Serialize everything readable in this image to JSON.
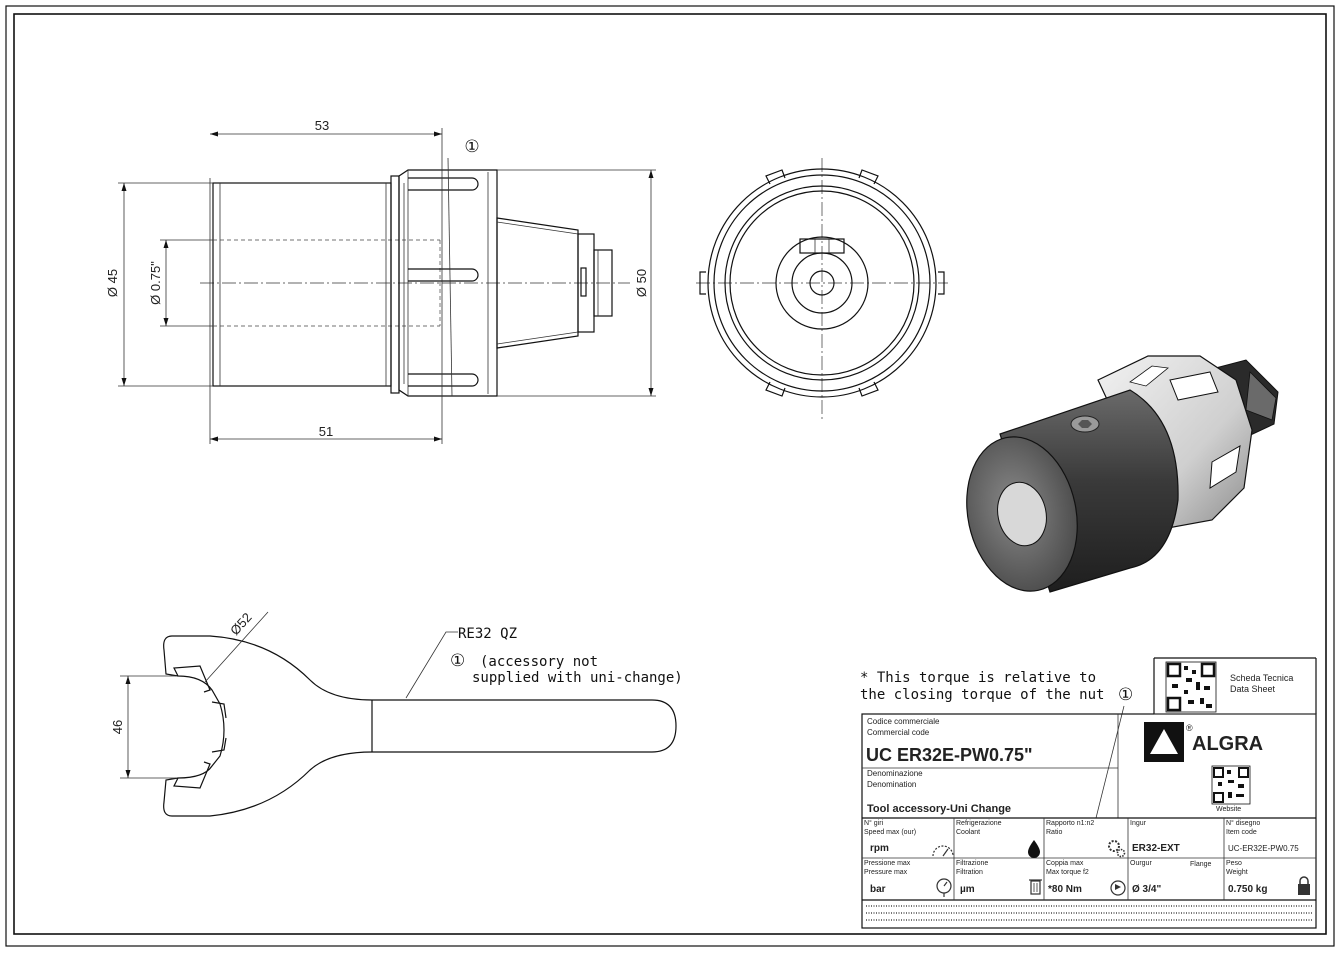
{
  "dimensions": {
    "length_top": "53",
    "length_bottom": "51",
    "dia_body": "Ø 45",
    "dia_bore": "Ø 0.75\"",
    "dia_nut": "Ø 50",
    "wrench_dia": "Ø52",
    "wrench_width": "46"
  },
  "callout_marker": "①",
  "wrench": {
    "label": "RE32 QZ",
    "note_line1": "(accessory not",
    "note_line2": "supplied with uni-change)"
  },
  "torque_note": {
    "line1": "* This torque is relative to",
    "line2": "the closing torque of the nut"
  },
  "title_block": {
    "datasheet_line1": "Scheda Tecnica",
    "datasheet_line2": "Data Sheet",
    "brand": "ALGRA",
    "brand_registered": "®",
    "website_label": "Website",
    "commercial_code_it": "Codice commerciale",
    "commercial_code_en": "Commercial code",
    "commercial_code": "UC ER32E-PW0.75\"",
    "denomination_it": "Denominazione",
    "denomination_en": "Denomination",
    "denomination": "Tool accessory-Uni Change",
    "fields": [
      {
        "label_it": "N° giri",
        "label_en": "Speed max (our)",
        "value": "rpm",
        "icon": "speed-gauge-icon"
      },
      {
        "label_it": "Refrigerazione",
        "label_en": "Coolant",
        "value": "",
        "icon": "coolant-drop-icon"
      },
      {
        "label_it": "Rapporto n1:n2",
        "label_en": "Ratio",
        "value": "",
        "icon": "gears-icon"
      },
      {
        "label_it": "Ingur",
        "label_en": "",
        "value": "ER32-EXT",
        "icon": ""
      },
      {
        "label_it": "N° disegno",
        "label_en": "Item code",
        "value": "UC-ER32E-PW0.75",
        "icon": ""
      },
      {
        "label_it": "Pressione max",
        "label_en": "Pressure max",
        "value": "bar",
        "icon": "pressure-gauge-icon"
      },
      {
        "label_it": "Filtrazione",
        "label_en": "Filtration",
        "value": "µm",
        "icon": "filter-bin-icon"
      },
      {
        "label_it": "Coppia max",
        "label_en": "Max torque f2",
        "value": "*80 Nm",
        "icon": "torque-wrench-icon"
      },
      {
        "label_it": "Ourgur",
        "label_en": "Flange",
        "value": "Ø 3/4\"",
        "icon": ""
      },
      {
        "label_it": "Peso",
        "label_en": "Weight",
        "value": "0.750 kg",
        "icon": "weight-lock-icon"
      }
    ]
  },
  "colors": {
    "line": "#111111",
    "shade_dark": "#3a3a3a",
    "shade_light": "#d6d6d6",
    "paper": "#ffffff"
  }
}
